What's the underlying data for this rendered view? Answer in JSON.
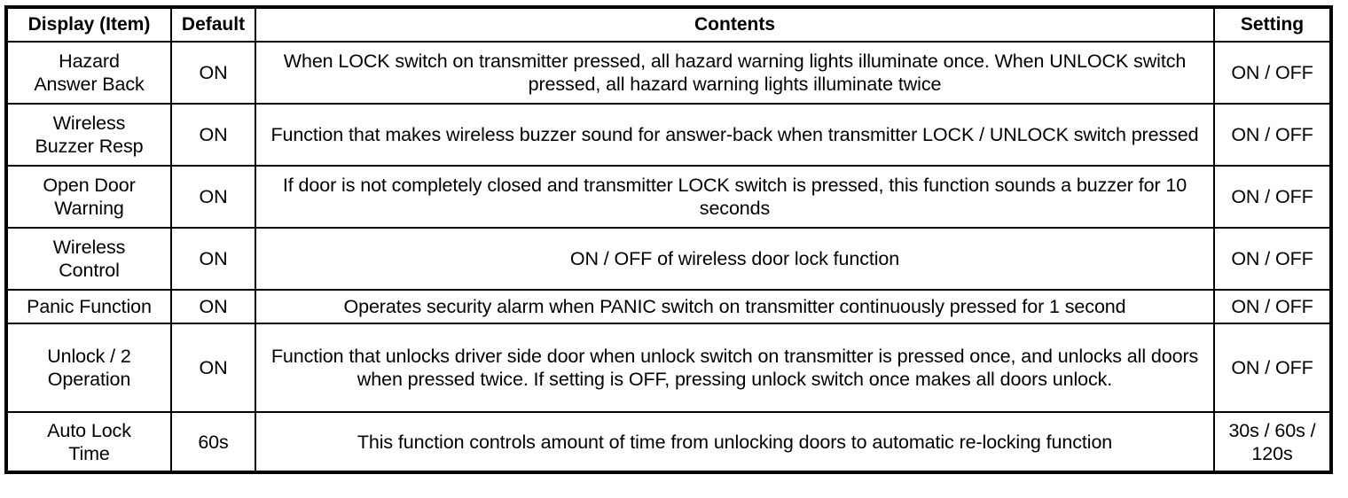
{
  "table": {
    "columns": [
      {
        "key": "display",
        "header": "Display (Item)"
      },
      {
        "key": "default",
        "header": "Default"
      },
      {
        "key": "contents",
        "header": "Contents"
      },
      {
        "key": "setting",
        "header": "Setting"
      }
    ],
    "rows": [
      {
        "display": "Hazard\nAnswer Back",
        "default": "ON",
        "contents": "When LOCK switch on transmitter pressed, all hazard warning lights illuminate once. When UNLOCK switch pressed, all hazard warning lights illuminate twice",
        "setting": "ON / OFF"
      },
      {
        "display": "Wireless\nBuzzer Resp",
        "default": "ON",
        "contents": "Function that makes wireless buzzer sound for answer-back when transmitter LOCK / UNLOCK switch pressed",
        "setting": "ON / OFF"
      },
      {
        "display": "Open Door\nWarning",
        "default": "ON",
        "contents": "If door is not completely closed and transmitter LOCK switch is pressed, this function sounds a buzzer for 10 seconds",
        "setting": "ON / OFF"
      },
      {
        "display": "Wireless\nControl",
        "default": "ON",
        "contents": "ON / OFF of wireless door lock function",
        "setting": "ON / OFF"
      },
      {
        "display": "Panic Function",
        "default": "ON",
        "contents": "Operates security alarm when PANIC switch on transmitter continuously pressed for 1 second",
        "setting": "ON / OFF"
      },
      {
        "display": "Unlock / 2\nOperation",
        "default": "ON",
        "contents": "Function that unlocks driver side door when unlock switch on transmitter is pressed once, and unlocks all doors when pressed twice. If setting is OFF, pressing unlock switch once makes all doors unlock.",
        "setting": "ON / OFF"
      },
      {
        "display": "Auto Lock\nTime",
        "default": "60s",
        "contents": "This function controls amount of time from unlocking doors to automatic re-locking function",
        "setting": "30s / 60s / 120s"
      }
    ]
  },
  "colors": {
    "border": "#000000",
    "background": "#ffffff",
    "text": "#000000"
  }
}
